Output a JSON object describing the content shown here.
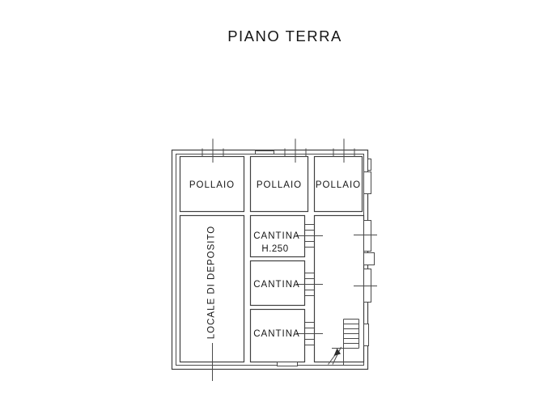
{
  "title": "PIANO TERRA",
  "colors": {
    "background": "#ffffff",
    "line": "#3f3f3f",
    "text": "#161616"
  },
  "plan": {
    "rooms": [
      {
        "id": "pollaio-1",
        "label": "POLLAIO"
      },
      {
        "id": "pollaio-2",
        "label": "POLLAIO"
      },
      {
        "id": "pollaio-3",
        "label": "POLLAIO"
      },
      {
        "id": "locale-di-deposito",
        "label": "LOCALE DI DEPOSITO"
      },
      {
        "id": "cantina-1",
        "label": "CANTINA",
        "sublabel": "H.250"
      },
      {
        "id": "cantina-2",
        "label": "CANTINA"
      },
      {
        "id": "cantina-3",
        "label": "CANTINA"
      }
    ]
  }
}
